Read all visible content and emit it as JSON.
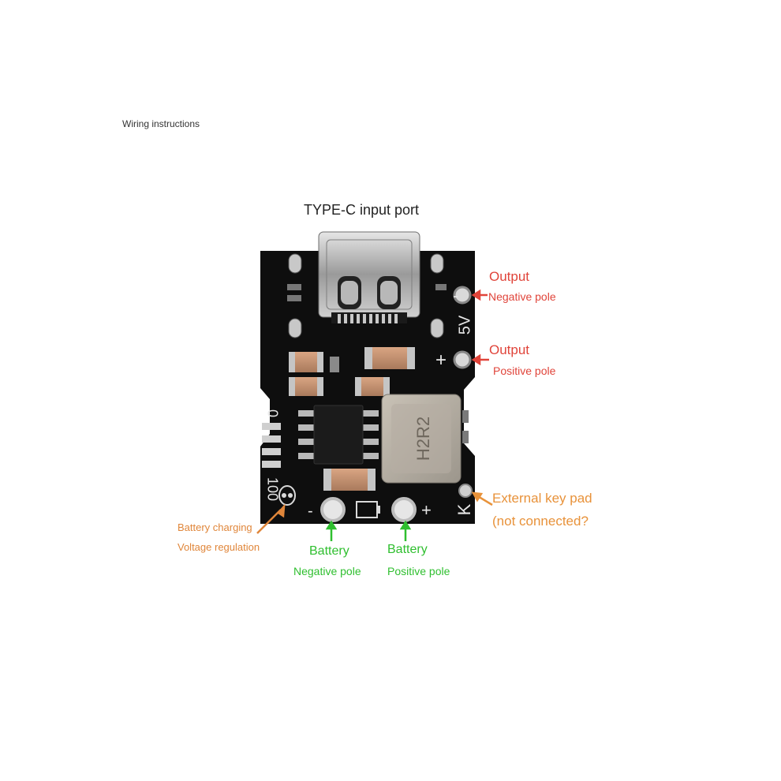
{
  "page": {
    "heading": "Wiring instructions"
  },
  "diagram": {
    "top_label": "TYPE-C input port",
    "output_negative": {
      "title": "Output",
      "subtitle": "Negative pole"
    },
    "output_positive": {
      "title": "Output",
      "subtitle": "Positive pole"
    },
    "external_key": {
      "line1": "External key pad",
      "line2": "(not connected?"
    },
    "battery_charging": {
      "line1": "Battery charging",
      "line2": "Voltage regulation"
    },
    "battery_negative": {
      "title": "Battery",
      "subtitle": "Negative pole"
    },
    "battery_positive": {
      "title": "Battery",
      "subtitle": "Positive pole"
    }
  },
  "board": {
    "silkscreen": {
      "minus_top": "-",
      "five_v": "5V",
      "plus_top": "+",
      "zero": "0",
      "hundred": "100",
      "k": "K",
      "minus_bottom": "-",
      "plus_bottom": "+",
      "inductor_marking": "H2R2"
    }
  },
  "colors": {
    "output_red": "#e0443a",
    "battery_green": "#2fbf2f",
    "key_orange": "#e8923a",
    "charging_orange": "#e0863a",
    "board": "#0e0e0e"
  }
}
